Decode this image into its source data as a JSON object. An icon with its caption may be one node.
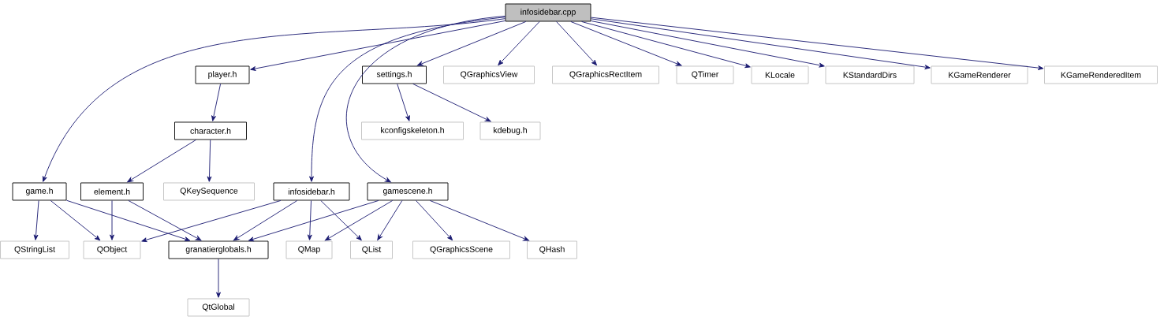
{
  "diagram": {
    "nodes": [
      {
        "text": [
          "infosidebar.cpp"
        ]
      },
      {
        "text": [
          "player.h"
        ]
      },
      {
        "text": [
          "settings.h"
        ]
      },
      {
        "text": [
          "QGraphicsView"
        ]
      },
      {
        "text": [
          "QGraphicsRectItem"
        ]
      },
      {
        "text": [
          "QTimer"
        ]
      },
      {
        "text": [
          "KLocale"
        ]
      },
      {
        "text": [
          "KStandardDirs"
        ]
      },
      {
        "text": [
          "KGameRenderer"
        ]
      },
      {
        "text": [
          "KGameRenderedItem"
        ]
      },
      {
        "text": [
          "character.h"
        ]
      },
      {
        "text": [
          "kconfigskeleton.h"
        ]
      },
      {
        "text": [
          "kdebug.h"
        ]
      },
      {
        "text": [
          "game.h"
        ]
      },
      {
        "text": [
          "element.h"
        ]
      },
      {
        "text": [
          "QKeySequence"
        ]
      },
      {
        "text": [
          "infosidebar.h"
        ]
      },
      {
        "text": [
          "gamescene.h"
        ]
      },
      {
        "text": [
          "QStringList"
        ]
      },
      {
        "text": [
          "QObject"
        ]
      },
      {
        "text": [
          "granatierglobals.h"
        ]
      },
      {
        "text": [
          "QMap"
        ]
      },
      {
        "text": [
          "QList"
        ]
      },
      {
        "text": [
          "QGraphicsScene"
        ]
      },
      {
        "text": [
          "QHash"
        ]
      },
      {
        "text": [
          "QtGlobal"
        ]
      }
    ],
    "edges": [
      {
        "from": 0,
        "to": 13,
        "arrow": "to"
      },
      {
        "from": 0,
        "to": 1,
        "arrow": "to"
      },
      {
        "from": 0,
        "to": 16,
        "arrow": "to"
      },
      {
        "from": 0,
        "to": 17,
        "arrow": "to"
      },
      {
        "from": 0,
        "to": 2,
        "arrow": "to"
      },
      {
        "from": 0,
        "to": 3,
        "arrow": "to"
      },
      {
        "from": 0,
        "to": 4,
        "arrow": "to"
      },
      {
        "from": 0,
        "to": 5,
        "arrow": "to"
      },
      {
        "from": 0,
        "to": 6,
        "arrow": "to"
      },
      {
        "from": 0,
        "to": 7,
        "arrow": "to"
      },
      {
        "from": 0,
        "to": 8,
        "arrow": "to"
      },
      {
        "from": 0,
        "to": 9,
        "arrow": "to"
      },
      {
        "from": 1,
        "to": 10,
        "arrow": "to"
      },
      {
        "from": 2,
        "to": 11,
        "arrow": "to"
      },
      {
        "from": 2,
        "to": 12,
        "arrow": "to"
      },
      {
        "from": 10,
        "to": 14,
        "arrow": "to"
      },
      {
        "from": 10,
        "to": 15,
        "arrow": "to"
      },
      {
        "from": 13,
        "to": 18,
        "arrow": "to"
      },
      {
        "from": 13,
        "to": 19,
        "arrow": "to"
      },
      {
        "from": 13,
        "to": 20,
        "arrow": "to"
      },
      {
        "from": 14,
        "to": 19,
        "arrow": "to"
      },
      {
        "from": 14,
        "to": 20,
        "arrow": "to"
      },
      {
        "from": 16,
        "to": 19,
        "arrow": "to"
      },
      {
        "from": 16,
        "to": 20,
        "arrow": "to"
      },
      {
        "from": 16,
        "to": 21,
        "arrow": "to"
      },
      {
        "from": 16,
        "to": 22,
        "arrow": "to"
      },
      {
        "from": 17,
        "to": 20,
        "arrow": "to"
      },
      {
        "from": 17,
        "to": 21,
        "arrow": "to"
      },
      {
        "from": 17,
        "to": 22,
        "arrow": "to"
      },
      {
        "from": 17,
        "to": 23,
        "arrow": "to"
      },
      {
        "from": 17,
        "to": 24,
        "arrow": "to"
      },
      {
        "from": 20,
        "to": 25,
        "arrow": "to"
      }
    ]
  }
}
